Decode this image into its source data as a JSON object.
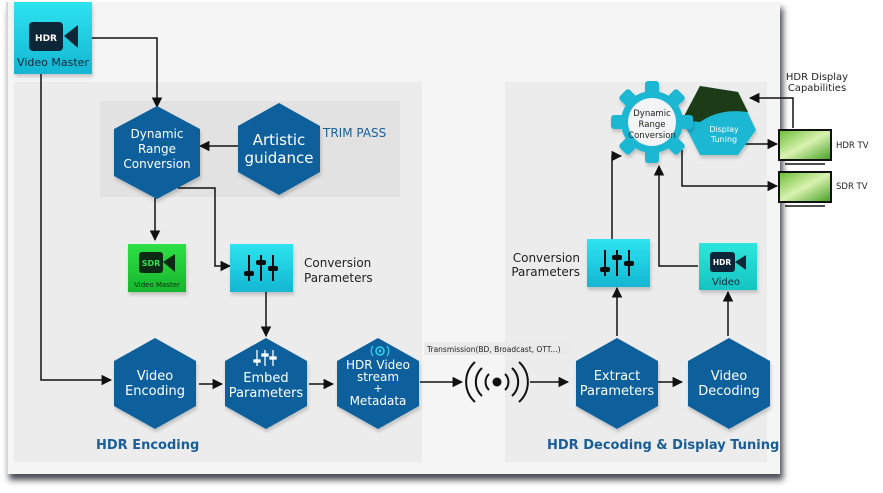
{
  "colors": {
    "hexagon": "#0e619c",
    "cyan_box": "#1fc8dc",
    "green_box": "#22c83a",
    "section_title": "#1a5e98",
    "panel_bg": "#ececec",
    "trim_bg": "#e3e3e3",
    "dark_shape": "#1b3a12"
  },
  "source": {
    "icon": "hdr-camera-icon",
    "badge": "HDR",
    "label": "Video Master"
  },
  "encoding": {
    "section_title": "HDR Encoding",
    "trim_pass_label": "TRIM PASS",
    "drc": [
      "Dynamic",
      "Range",
      "Conversion"
    ],
    "artistic": [
      "Artistic",
      "guidance"
    ],
    "sdr_master": {
      "badge": "SDR",
      "label": "Video Master"
    },
    "conversion_params": [
      "Conversion",
      "Parameters"
    ],
    "video_encoding": [
      "Video",
      "Encoding"
    ],
    "embed_params": [
      "Embed",
      "Parameters"
    ],
    "stream": [
      "HDR Video",
      "stream",
      "+",
      "Metadata"
    ]
  },
  "transmission": {
    "label": "Transmission(BD, Broadcast, OTT...)",
    "icon": "broadcast-icon"
  },
  "decoding": {
    "section_title": "HDR Decoding & Display Tuning",
    "extract_params": [
      "Extract",
      "Parameters"
    ],
    "video_decoding": [
      "Video",
      "Decoding"
    ],
    "conversion_params": [
      "Conversion",
      "Parameters"
    ],
    "hdr_video": {
      "badge": "HDR",
      "label": "Video"
    },
    "gear": [
      "Dynamic",
      "Range",
      "Conversion"
    ],
    "display_tuning": [
      "Display",
      "Tuning"
    ],
    "display_caps": [
      "HDR Display",
      "Capabilities"
    ],
    "hdr_tv": "HDR TV",
    "sdr_tv": "SDR TV"
  }
}
